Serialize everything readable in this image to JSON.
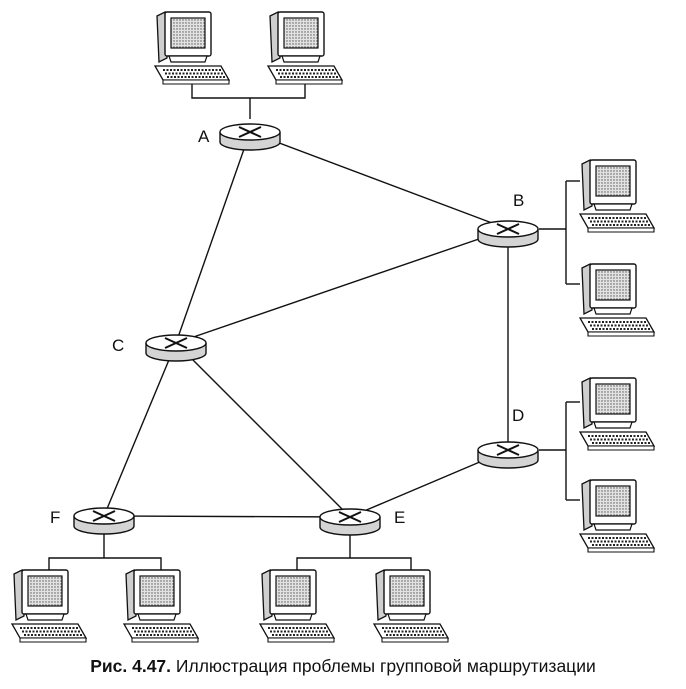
{
  "routers": [
    {
      "id": "A",
      "label": "A"
    },
    {
      "id": "B",
      "label": "B"
    },
    {
      "id": "C",
      "label": "C"
    },
    {
      "id": "D",
      "label": "D"
    },
    {
      "id": "E",
      "label": "E"
    },
    {
      "id": "F",
      "label": "F"
    }
  ],
  "links": [
    [
      "A",
      "B"
    ],
    [
      "A",
      "C"
    ],
    [
      "B",
      "C"
    ],
    [
      "B",
      "D"
    ],
    [
      "C",
      "F"
    ],
    [
      "C",
      "E"
    ],
    [
      "D",
      "E"
    ],
    [
      "F",
      "E"
    ]
  ],
  "hosts": [
    {
      "router": "A",
      "count": 2
    },
    {
      "router": "B",
      "count": 2
    },
    {
      "router": "D",
      "count": 2
    },
    {
      "router": "E",
      "count": 2
    },
    {
      "router": "F",
      "count": 2
    }
  ],
  "caption": {
    "number": "Рис. 4.47.",
    "text": "Иллюстрация проблемы групповой маршрутизации"
  }
}
